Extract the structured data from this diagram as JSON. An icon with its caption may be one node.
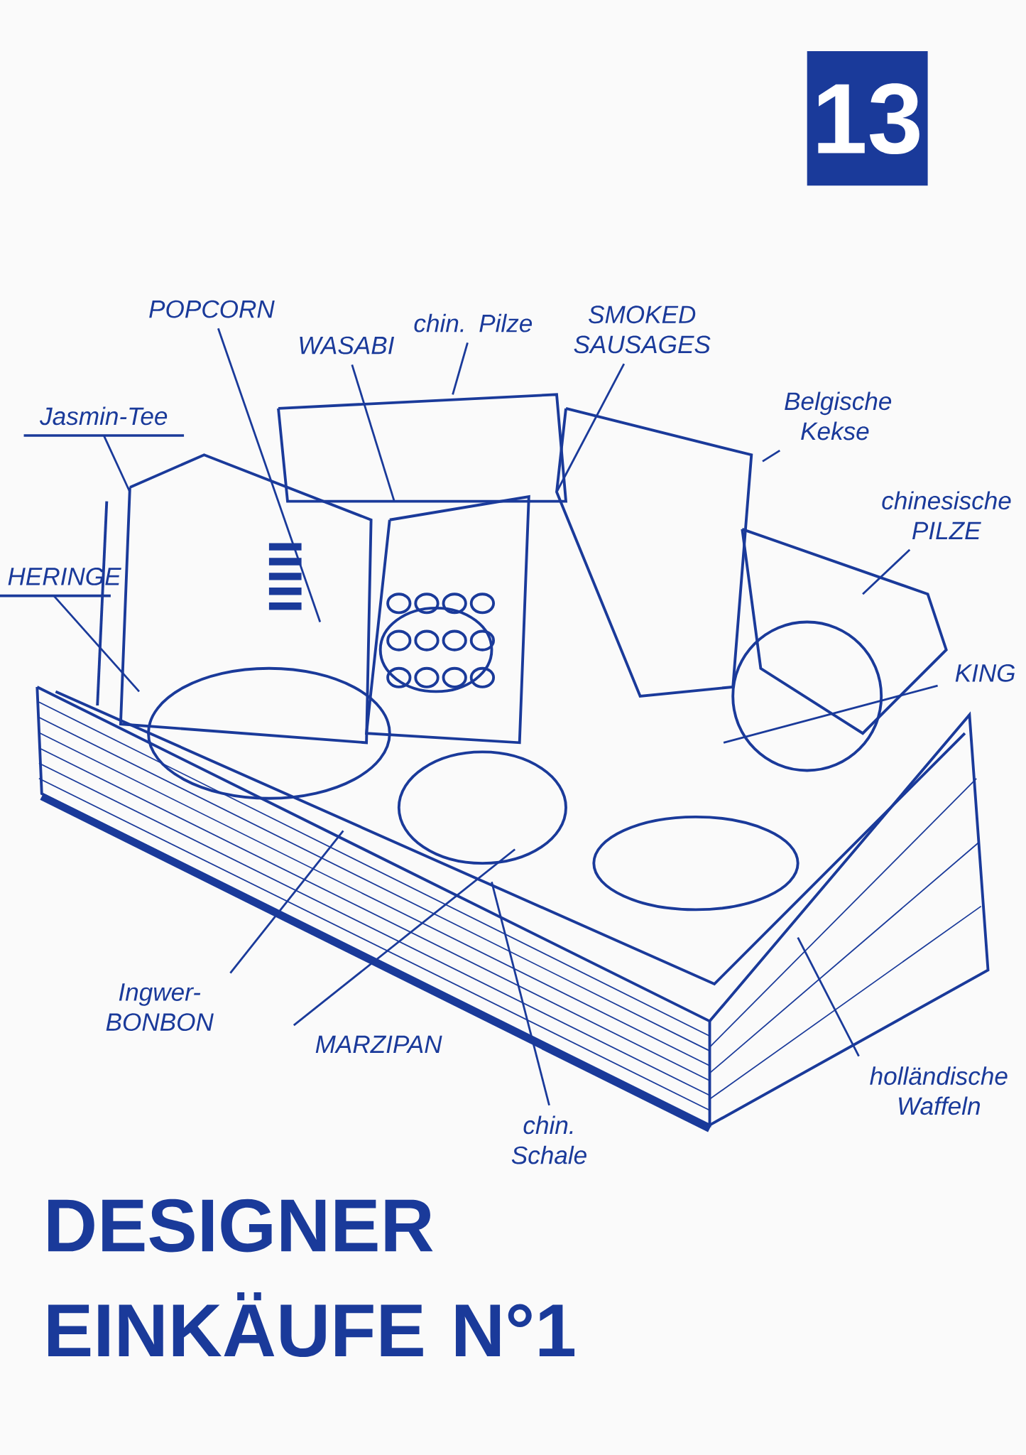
{
  "diagram": {
    "title": "DESIGNER EINKÄUFE N°1",
    "nodes": [
      {
        "text": [
          "POPCORN"
        ]
      },
      {
        "text": [
          "WASABI"
        ]
      },
      {
        "text": [
          "chin. Pilze"
        ]
      },
      {
        "text": [
          "SMOKED SAUSAGES"
        ]
      },
      {
        "text": [
          "Jasmin-Tee"
        ]
      },
      {
        "text": [
          "Belgische Kekse"
        ]
      },
      {
        "text": [
          "chinesische PILZE"
        ]
      },
      {
        "text": [
          "HERINGE"
        ]
      },
      {
        "text": [
          "KING"
        ]
      },
      {
        "text": [
          "Ingwer-BONBON"
        ]
      },
      {
        "text": [
          "MARZIPAN"
        ]
      },
      {
        "text": [
          "chin. Schale"
        ]
      },
      {
        "text": [
          "holländische Waffeln"
        ]
      }
    ],
    "edges": [
      {
        "from": 0,
        "to": null,
        "arrow": "none"
      },
      {
        "from": 1,
        "to": null,
        "arrow": "none"
      },
      {
        "from": 2,
        "to": null,
        "arrow": "none"
      },
      {
        "from": 3,
        "to": null,
        "arrow": "none"
      },
      {
        "from": 4,
        "to": null,
        "arrow": "none"
      },
      {
        "from": 5,
        "to": null,
        "arrow": "none"
      },
      {
        "from": 6,
        "to": null,
        "arrow": "none"
      },
      {
        "from": 7,
        "to": null,
        "arrow": "none"
      },
      {
        "from": 8,
        "to": null,
        "arrow": "none"
      },
      {
        "from": 9,
        "to": null,
        "arrow": "none"
      },
      {
        "from": 10,
        "to": null,
        "arrow": "none"
      },
      {
        "from": 11,
        "to": null,
        "arrow": "none"
      },
      {
        "from": 12,
        "to": null,
        "arrow": "none"
      }
    ],
    "labels": [
      "13"
    ]
  }
}
